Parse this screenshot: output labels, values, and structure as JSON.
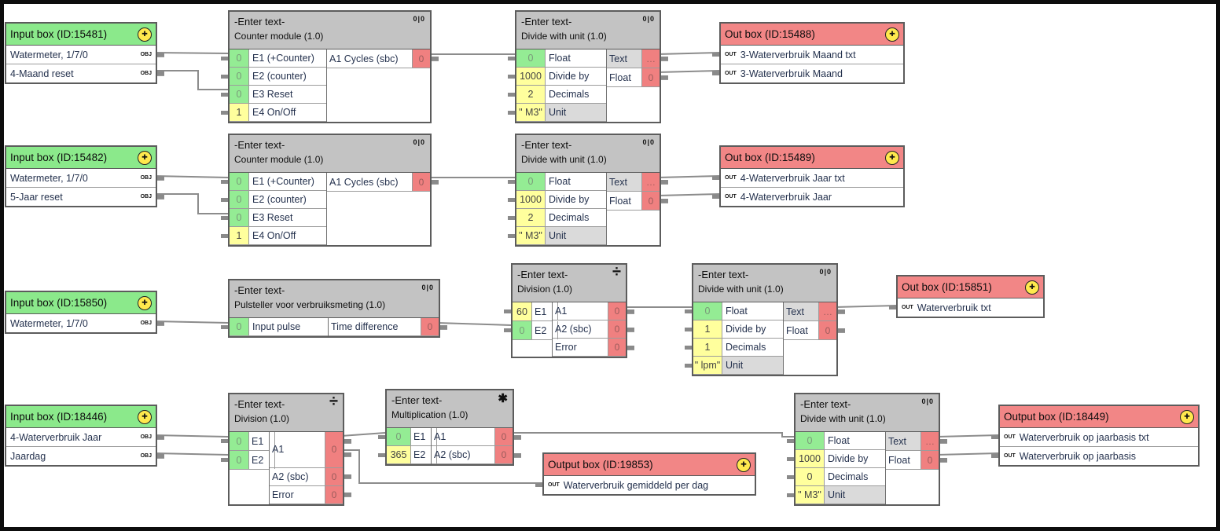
{
  "icons": {
    "plus": "✚",
    "obj": "OBJ",
    "out": "OUT",
    "io": "0|0",
    "divide": "÷",
    "multiply": "✱"
  },
  "blocks": {
    "input15481": {
      "title": "Input box (ID:15481)",
      "rows": [
        "Watermeter, 1/7/0",
        "4-Maand reset"
      ]
    },
    "counter1": {
      "title": "-Enter text-",
      "subtitle": "Counter module (1.0)",
      "in": [
        [
          "0",
          "E1 (+Counter)"
        ],
        [
          "0",
          "E2 (counter)"
        ],
        [
          "0",
          "E3 Reset"
        ],
        [
          "1",
          "E4 On/Off"
        ]
      ],
      "out": [
        [
          "A1 Cycles (sbc)",
          "0"
        ]
      ]
    },
    "divideUnit1": {
      "title": "-Enter text-",
      "subtitle": "Divide with unit (1.0)",
      "in": [
        [
          "0",
          "Float"
        ],
        [
          "1000",
          "Divide by"
        ],
        [
          "2",
          "Decimals"
        ],
        [
          "\" M3\"",
          "Unit"
        ]
      ],
      "out": [
        [
          "Text",
          "…"
        ],
        [
          "Float",
          "0"
        ]
      ]
    },
    "outbox15488": {
      "title": "Out box (ID:15488)",
      "rows": [
        "3-Waterverbruik Maand txt",
        "3-Waterverbruik Maand"
      ]
    },
    "input15482": {
      "title": "Input box (ID:15482)",
      "rows": [
        "Watermeter, 1/7/0",
        "5-Jaar reset"
      ]
    },
    "counter2": {
      "title": "-Enter text-",
      "subtitle": "Counter module (1.0)",
      "in": [
        [
          "0",
          "E1 (+Counter)"
        ],
        [
          "0",
          "E2 (counter)"
        ],
        [
          "0",
          "E3 Reset"
        ],
        [
          "1",
          "E4 On/Off"
        ]
      ],
      "out": [
        [
          "A1 Cycles (sbc)",
          "0"
        ]
      ]
    },
    "divideUnit2": {
      "title": "-Enter text-",
      "subtitle": "Divide with unit (1.0)",
      "in": [
        [
          "0",
          "Float"
        ],
        [
          "1000",
          "Divide by"
        ],
        [
          "2",
          "Decimals"
        ],
        [
          "\" M3\"",
          "Unit"
        ]
      ],
      "out": [
        [
          "Text",
          "…"
        ],
        [
          "Float",
          "0"
        ]
      ]
    },
    "outbox15489": {
      "title": "Out box (ID:15489)",
      "rows": [
        "4-Waterverbruik Jaar txt",
        "4-Waterverbruik Jaar"
      ]
    },
    "input15850": {
      "title": "Input box (ID:15850)",
      "rows": [
        "Watermeter, 1/7/0"
      ]
    },
    "pulsteller": {
      "title": "-Enter text-",
      "subtitle": "Pulsteller voor verbruiksmeting (1.0)",
      "in": [
        [
          "0",
          "Input pulse"
        ]
      ],
      "out": [
        [
          "Time difference",
          "0"
        ]
      ]
    },
    "division3": {
      "title": "-Enter text-",
      "subtitle": "Division (1.0)",
      "in": [
        [
          "60",
          "E1"
        ],
        [
          "0",
          "E2"
        ]
      ],
      "out": [
        [
          "A1",
          "0"
        ],
        [
          "A2 (sbc)",
          "0"
        ],
        [
          "Error",
          "0"
        ]
      ]
    },
    "divideUnit3": {
      "title": "-Enter text-",
      "subtitle": "Divide with unit (1.0)",
      "in": [
        [
          "0",
          "Float"
        ],
        [
          "1",
          "Divide by"
        ],
        [
          "1",
          "Decimals"
        ],
        [
          "\" lpm\"",
          "Unit"
        ]
      ],
      "out": [
        [
          "Text",
          "…"
        ],
        [
          "Float",
          "0"
        ]
      ]
    },
    "outbox15851": {
      "title": "Out box (ID:15851)",
      "rows": [
        "Waterverbruik txt"
      ]
    },
    "input18446": {
      "title": "Input box (ID:18446)",
      "rows": [
        "4-Waterverbruik Jaar",
        "Jaardag"
      ]
    },
    "division4": {
      "title": "-Enter text-",
      "subtitle": "Division (1.0)",
      "in": [
        [
          "0",
          "E1"
        ],
        [
          "0",
          "E2"
        ]
      ],
      "out": [
        [
          "A1",
          "0"
        ],
        [
          "A2 (sbc)",
          "0"
        ],
        [
          "Error",
          "0"
        ]
      ]
    },
    "multiplication": {
      "title": "-Enter text-",
      "subtitle": "Multiplication (1.0)",
      "in": [
        [
          "0",
          "E1"
        ],
        [
          "365",
          "E2"
        ]
      ],
      "out": [
        [
          "A1",
          "0"
        ],
        [
          "A2 (sbc)",
          "0"
        ]
      ]
    },
    "outbox19853": {
      "title": "Output box (ID:19853)",
      "rows": [
        "Waterverbruik gemiddeld per dag"
      ]
    },
    "divideUnit4": {
      "title": "-Enter text-",
      "subtitle": "Divide with unit (1.0)",
      "in": [
        [
          "0",
          "Float"
        ],
        [
          "1000",
          "Divide by"
        ],
        [
          "0",
          "Decimals"
        ],
        [
          "\" M3\"",
          "Unit"
        ]
      ],
      "out": [
        [
          "Text",
          "…"
        ],
        [
          "Float",
          "0"
        ]
      ]
    },
    "outbox18449": {
      "title": "Output box (ID:18449)",
      "rows": [
        "Waterverbruik op jaarbasis txt",
        "Waterverbruik op jaarbasis"
      ]
    }
  }
}
